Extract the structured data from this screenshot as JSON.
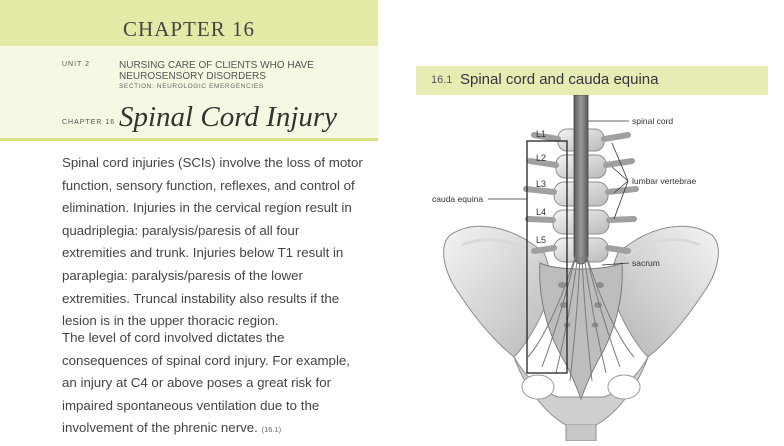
{
  "chapter": {
    "label": "CHAPTER 16"
  },
  "unit": {
    "tag": "UNIT 2",
    "title_line1": "NURSING CARE OF CLIENTS WHO HAVE",
    "title_line2": "NEUROSENSORY DISORDERS",
    "section": "SECTION:  NEUROLOGIC EMERGENCIES"
  },
  "chapter_heading": {
    "tag": "CHAPTER 16",
    "title": "Spinal Cord Injury"
  },
  "body": {
    "paragraph1": "Spinal cord injuries (SCIs) involve the loss of motor function, sensory function, reflexes, and control of elimination. Injuries in the cervical region result in quadriplegia: paralysis/paresis of all four extremities and trunk. Injuries below T1 result in paraplegia: paralysis/paresis of the lower extremities. Truncal instability also results if the lesion is in the upper thoracic region.",
    "paragraph2": "The level of cord involved dictates the consequences of spinal cord injury. For example, an injury at C4 or above poses a great risk for impaired spontaneous ventilation due to the involvement of the phrenic nerve.",
    "paragraph2_ref": "(16.1)"
  },
  "figure": {
    "number": "16.1",
    "title": "Spinal cord and cauda equina",
    "labels": {
      "spinal_cord": "spinal cord",
      "lumbar_vertebrae": "lumbar vertebrae",
      "cauda_equina": "cauda equina",
      "sacrum": "sacrum"
    },
    "levels": [
      "L1",
      "L2",
      "L3",
      "L4",
      "L5"
    ]
  }
}
